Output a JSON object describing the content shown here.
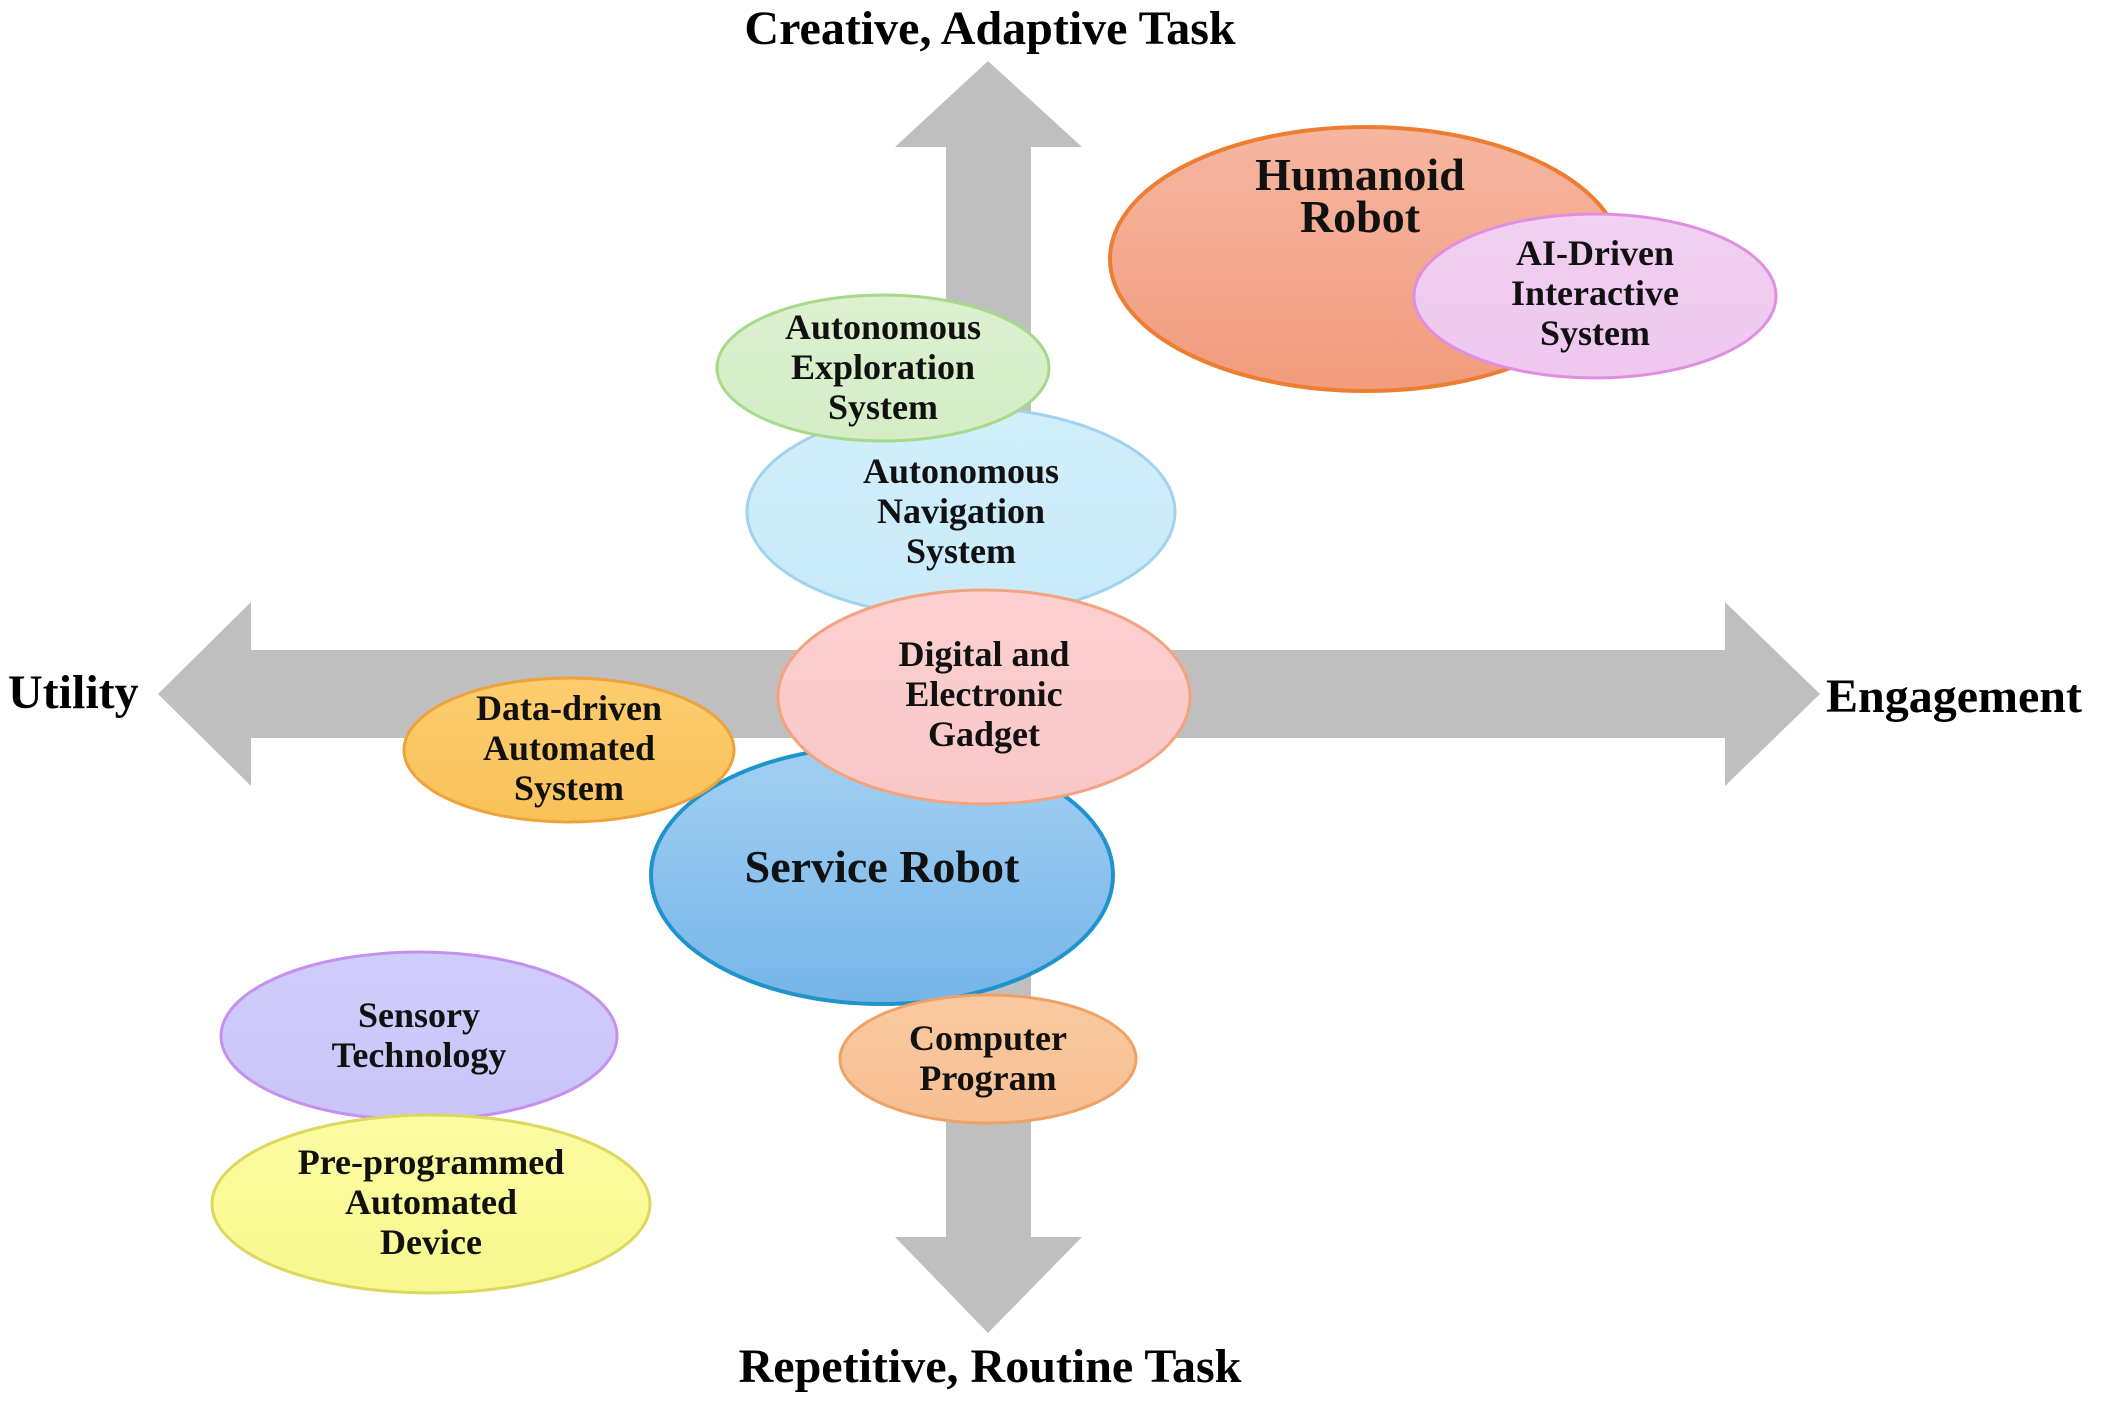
{
  "axes": {
    "top": "Creative, Adaptive Task",
    "bottom": "Repetitive, Routine Task",
    "left": "Utility",
    "right": "Engagement",
    "arrow_color": "#bfbfbf"
  },
  "nodes": [
    {
      "id": "humanoid-robot",
      "lines": [
        "Humanoid",
        "Robot"
      ],
      "fill_top": "#f5b6a0",
      "fill_bottom": "#f29b7c",
      "stroke": "#ed7d31"
    },
    {
      "id": "ai-driven-interactive-system",
      "lines": [
        "AI-Driven",
        "Interactive",
        "System"
      ],
      "fill_top": "#f1d0f1",
      "fill_bottom": "#eec7ee",
      "stroke": "#e08fe0"
    },
    {
      "id": "autonomous-exploration-system",
      "lines": [
        "Autonomous",
        "Exploration",
        "System"
      ],
      "fill_top": "#dcf1d0",
      "fill_bottom": "#d4edc6",
      "stroke": "#a6da8a"
    },
    {
      "id": "autonomous-navigation-system",
      "lines": [
        "Autonomous",
        "Navigation",
        "System"
      ],
      "fill_top": "#d2eefb",
      "fill_bottom": "#c8eafa",
      "stroke": "#9fd3ef"
    },
    {
      "id": "digital-and-electronic-gadget",
      "lines": [
        "Digital and",
        "Electronic",
        "Gadget"
      ],
      "fill_top": "#fcd0d0",
      "fill_bottom": "#fac6c6",
      "stroke": "#f3a47e"
    },
    {
      "id": "data-driven-automated-system",
      "lines": [
        "Data-driven",
        "Automated",
        "System"
      ],
      "fill_top": "#fccd6e",
      "fill_bottom": "#f9c25a",
      "stroke": "#efa13a"
    },
    {
      "id": "service-robot",
      "lines": [
        "Service Robot"
      ],
      "fill_top": "#a2cff2",
      "fill_bottom": "#76b5e8",
      "stroke": "#1f93cc"
    },
    {
      "id": "computer-program",
      "lines": [
        "Computer",
        "Program"
      ],
      "fill_top": "#fac9a0",
      "fill_bottom": "#f7bf92",
      "stroke": "#efa266"
    },
    {
      "id": "sensory-technology",
      "lines": [
        "Sensory",
        "Technology"
      ],
      "fill_top": "#d0ccfb",
      "fill_bottom": "#c9c5f9",
      "stroke": "#c590ee"
    },
    {
      "id": "pre-programmed-automated-device",
      "lines": [
        "Pre-programmed",
        "Automated",
        "Device"
      ],
      "fill_top": "#fbfba2",
      "fill_bottom": "#f8f88e",
      "stroke": "#dcd85e"
    }
  ]
}
